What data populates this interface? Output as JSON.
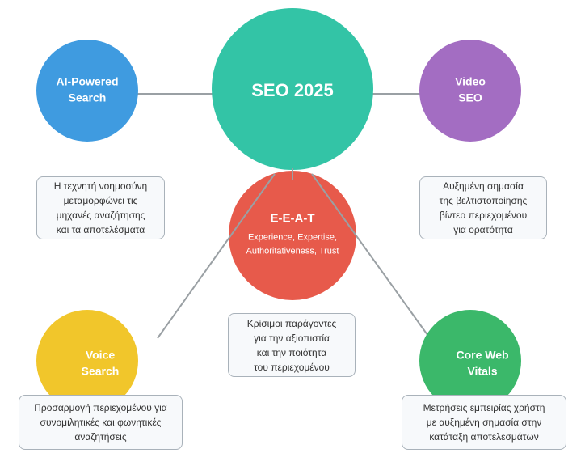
{
  "colors": {
    "ai": "#3f9be0",
    "seo": "#33c4a6",
    "video": "#a36dc2",
    "eeat": "#e75a4b",
    "voice": "#f1c62b",
    "core": "#3bb86a",
    "line": "#9aa0a4"
  },
  "center": {
    "title": "SEO 2025"
  },
  "nodes": {
    "ai": {
      "title": [
        "AI-Powered",
        "Search"
      ],
      "desc": [
        "Η τεχνητή νοημοσύνη",
        "μεταμορφώνει τις",
        "μηχανές αναζήτησης",
        "και τα αποτελέσματα"
      ]
    },
    "video": {
      "title": [
        "Video",
        "SEO"
      ],
      "desc": [
        "Αυξημένη σημασία",
        "της βελτιστοποίησης",
        "βίντεο περιεχομένου",
        "για ορατότητα"
      ]
    },
    "eeat": {
      "title": "E-E-A-T",
      "subtitle": [
        "Experience, Expertise,",
        "Authoritativeness, Trust"
      ],
      "desc": [
        "Κρίσιμοι παράγοντες",
        "για την αξιοπιστία",
        "και την ποιότητα",
        "του περιεχομένου"
      ]
    },
    "voice": {
      "title": [
        "Voice",
        "Search"
      ],
      "desc": [
        "Προσαρμογή περιεχομένου για",
        "συνομιλητικές και φωνητικές",
        "αναζητήσεις"
      ]
    },
    "core": {
      "title": [
        "Core Web",
        "Vitals"
      ],
      "desc": [
        "Μετρήσεις εμπειρίας χρήστη",
        "με αυξημένη σημασία στην",
        "κατάταξη αποτελεσμάτων"
      ]
    }
  }
}
